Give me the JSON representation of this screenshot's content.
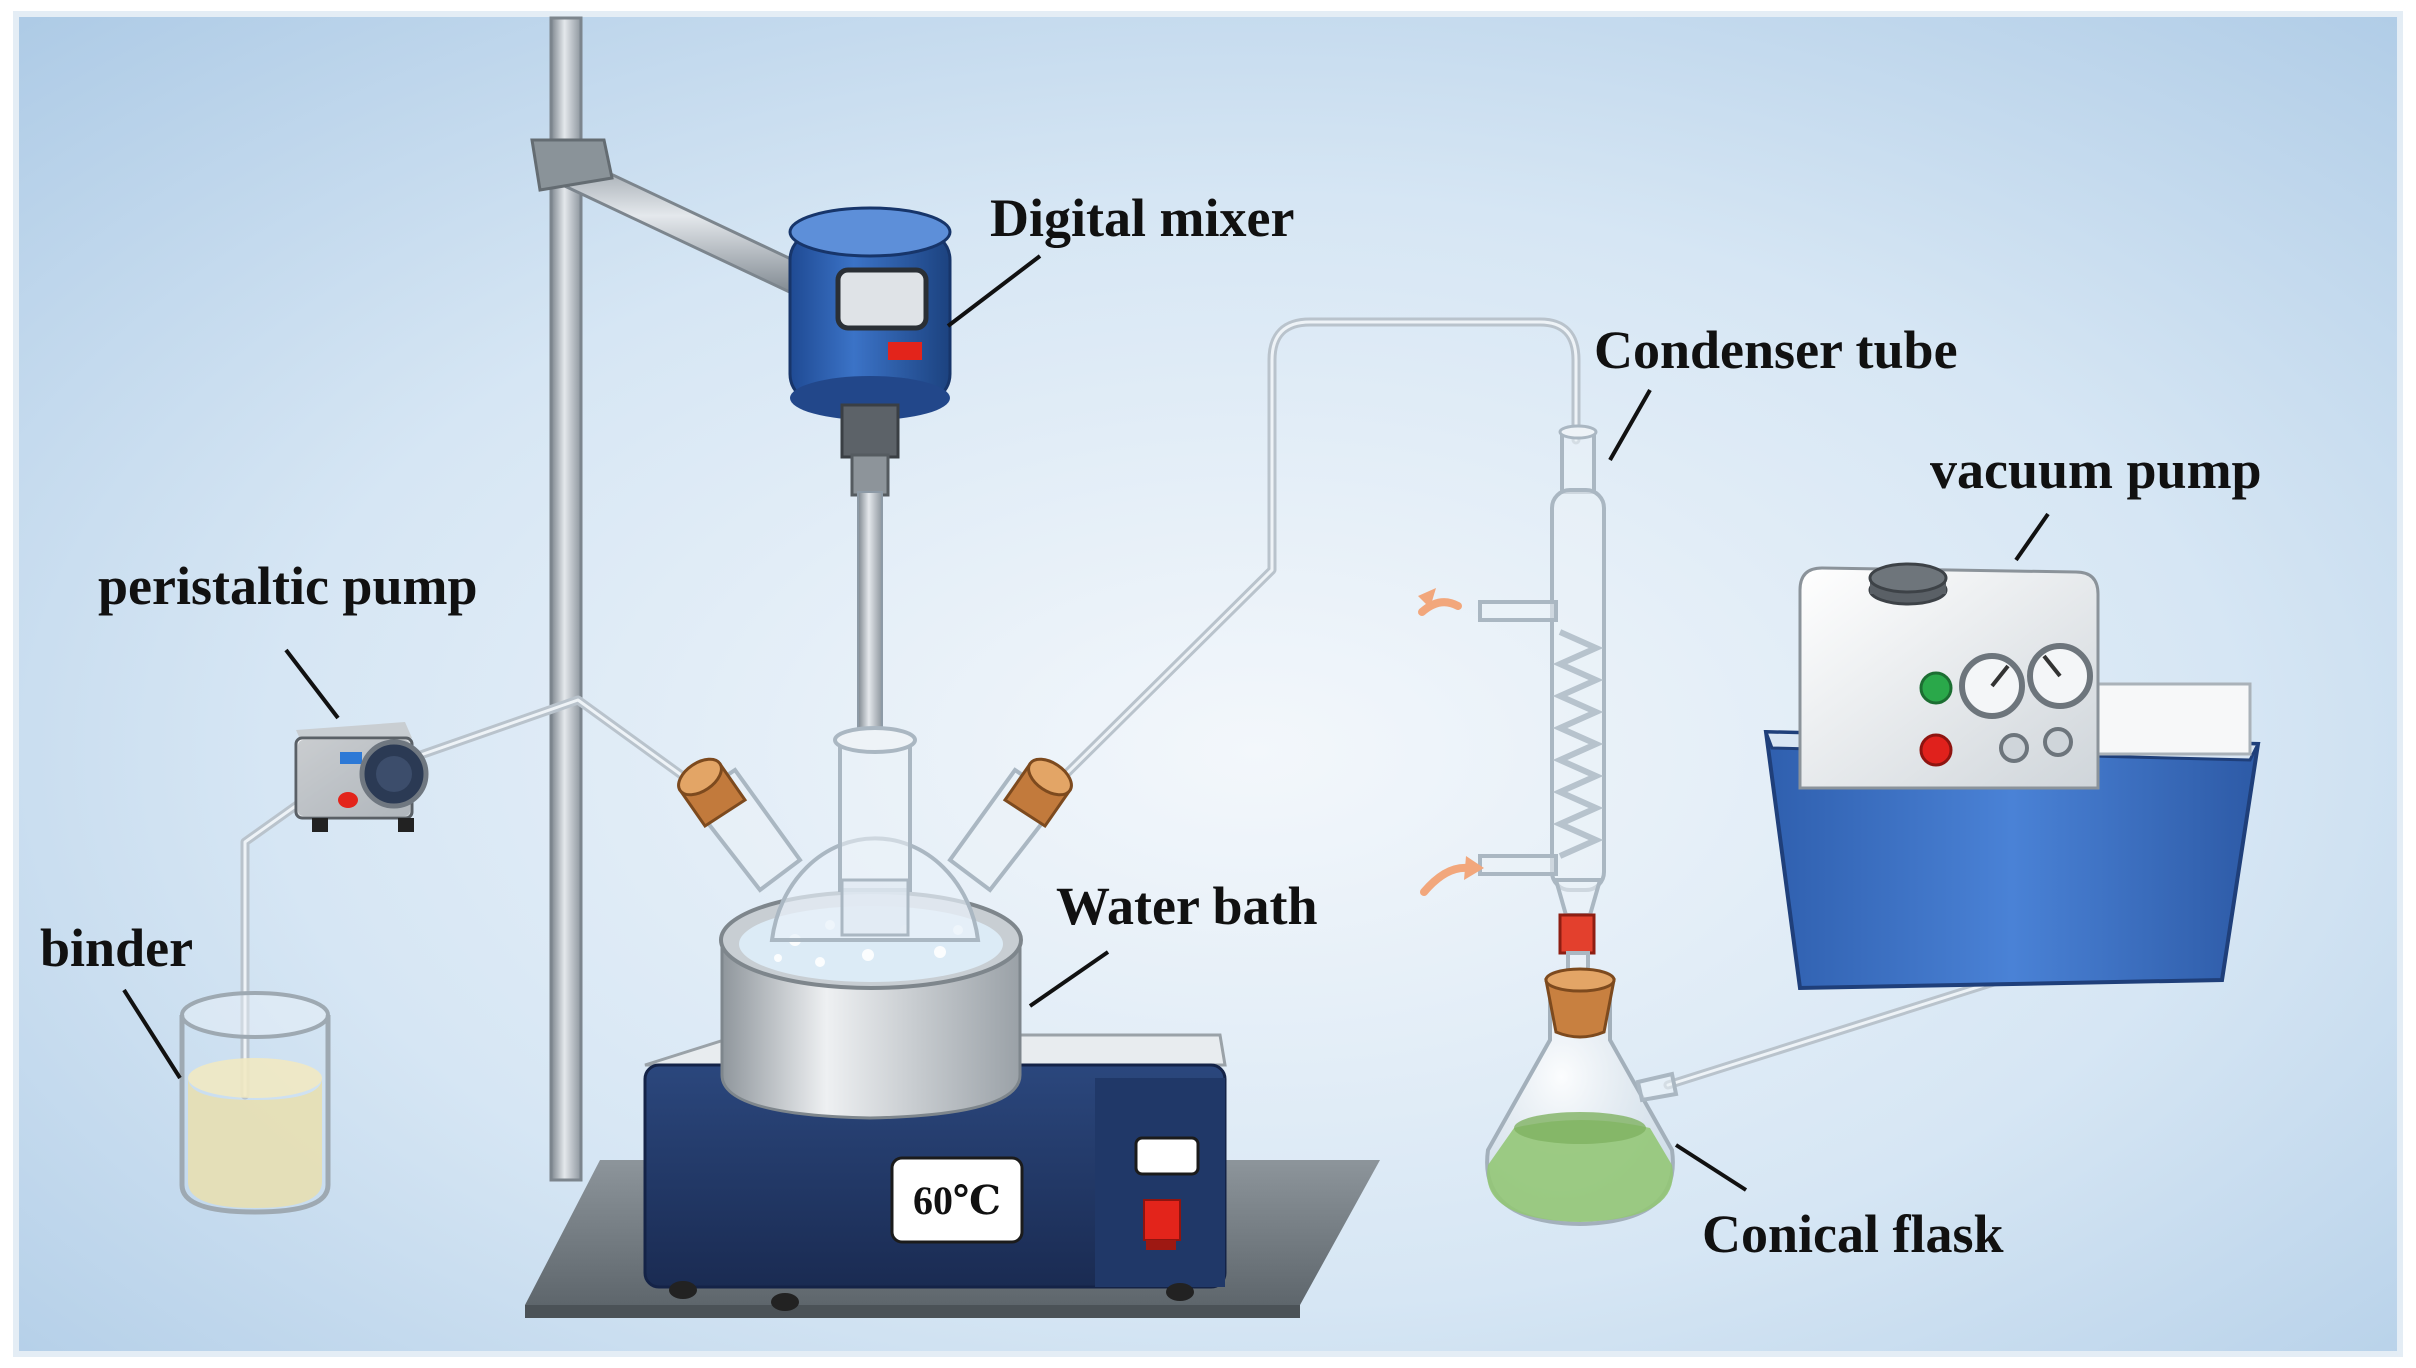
{
  "labels": {
    "digital_mixer": "Digital mixer",
    "condenser_tube": "Condenser tube",
    "vacuum_pump": "vacuum pump",
    "peristaltic_pump": "peristaltic pump",
    "water_bath": "Water bath",
    "binder": "binder",
    "conical_flask": "Conical flask"
  },
  "water_bath_display": "60℃",
  "colors": {
    "background_center": "#eef4fa",
    "background_edge": "#b6d2ea",
    "mixer_blue": "#2f62b5",
    "bath_navy": "#1f3461",
    "vacuum_tank_blue": "#3f73c9",
    "liquid_green": "#93c777",
    "binder_liquid": "#e9dfae",
    "stopper_cork": "#d08a4a",
    "stopper_red": "#e0392b",
    "indicator_green": "#2aa84a",
    "indicator_red": "#e0211c",
    "frame_border": "#e4edf5"
  }
}
